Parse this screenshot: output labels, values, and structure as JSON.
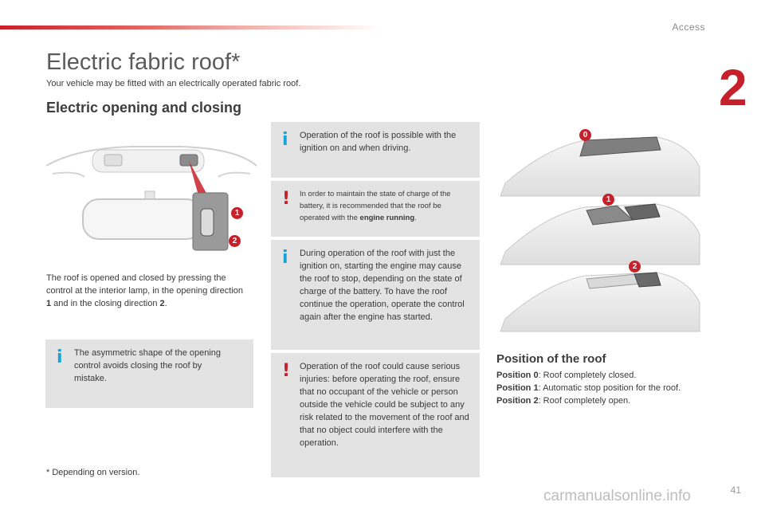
{
  "header": {
    "section": "Access",
    "chapter_number": "2"
  },
  "page": {
    "title": "Electric fabric roof*",
    "intro": "Your vehicle may be fitted with an electrically operated fabric roof.",
    "subtitle": "Electric opening and closing",
    "body_pre": "The roof is opened and closed by pressing the control at the interior lamp, in the opening direction ",
    "body_num1": "1",
    "body_mid": " and in the closing direction ",
    "body_num2": "2",
    "body_end": ".",
    "footnote": "* Depending on version.",
    "page_number": "41"
  },
  "illustration_labels": {
    "control_1": "1",
    "control_2": "2",
    "position_0": "0",
    "position_1": "1",
    "position_2": "2"
  },
  "notes": {
    "asymmetric": "The asymmetric shape of the opening control avoids closing the roof by mistake.",
    "ignition": "Operation of the roof is possible with the ignition on and when driving.",
    "battery_pre": "In order to maintain the state of charge of the battery, it is recommended that the roof be operated with the ",
    "battery_bold": "engine running",
    "battery_end": ".",
    "engine_start": "During operation of the roof with just the ignition on, starting the engine may cause the roof to stop, depending on the state of charge of the battery. To have the roof continue the operation, operate the control again after the engine has started.",
    "injury": "Operation of the roof could cause serious injuries: before operating the roof, ensure that no occupant of the vehicle or person outside the vehicle could be subject to any risk related to the movement of the roof and that no object could interfere with the operation."
  },
  "positions": {
    "heading": "Position of the roof",
    "items": [
      {
        "label": "Position 0",
        "desc": ": Roof completely closed."
      },
      {
        "label": "Position 1",
        "desc": ": Automatic stop position for the roof."
      },
      {
        "label": "Position 2",
        "desc": ": Roof completely open."
      }
    ]
  },
  "watermark": "carmanualsonline.info",
  "colors": {
    "accent": "#c8202a",
    "info": "#1aa2d6",
    "box": "#e3e3e4"
  }
}
